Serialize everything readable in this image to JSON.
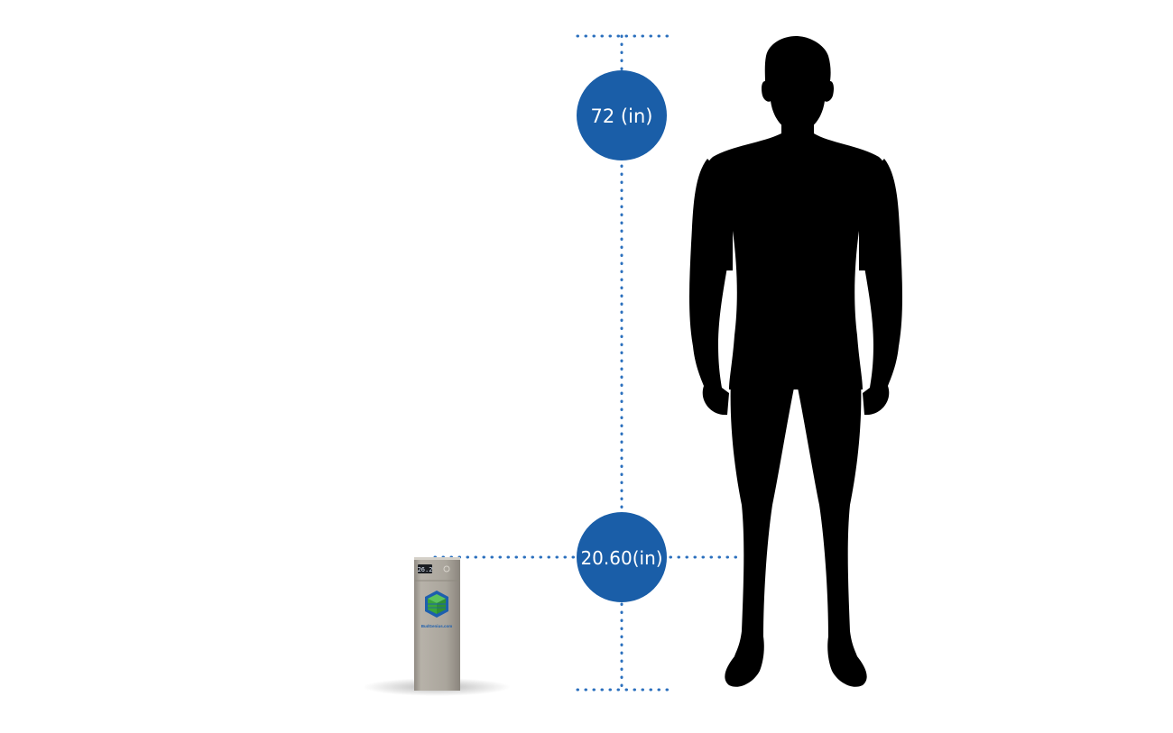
{
  "measurements": {
    "person_height_label": "72 (in)",
    "device_height_label": "20.60(in)"
  },
  "device": {
    "display_readout": "26.2",
    "brand_text": "BudGenius.com"
  },
  "colors": {
    "badge_fill": "#1a5ea8",
    "dotted_line": "#2a6fbd",
    "silhouette": "#000000",
    "device_body": "#a9a49b",
    "logo_green": "#3aa53a",
    "logo_blue": "#1d5fae"
  },
  "icons": {
    "person": "person-silhouette-icon",
    "device": "air-purifier-device",
    "logo": "cube-logo-icon"
  }
}
